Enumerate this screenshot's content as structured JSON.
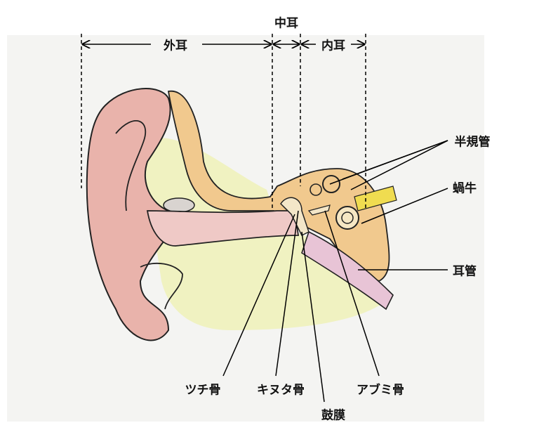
{
  "regions": {
    "outer": "外耳",
    "middle": "中耳",
    "inner": "内耳"
  },
  "labels": {
    "semicircular_canals": "半規管",
    "cochlea": "蝸牛",
    "eustachian_tube": "耳管",
    "malleus": "ツチ骨",
    "incus": "キヌタ骨",
    "eardrum": "鼓膜",
    "stapes": "アブミ骨"
  },
  "colors": {
    "skin": "#e9b3ab",
    "fat": "#eef1b8",
    "bone": "#f1c98e",
    "canal": "#efc9c6"
  }
}
